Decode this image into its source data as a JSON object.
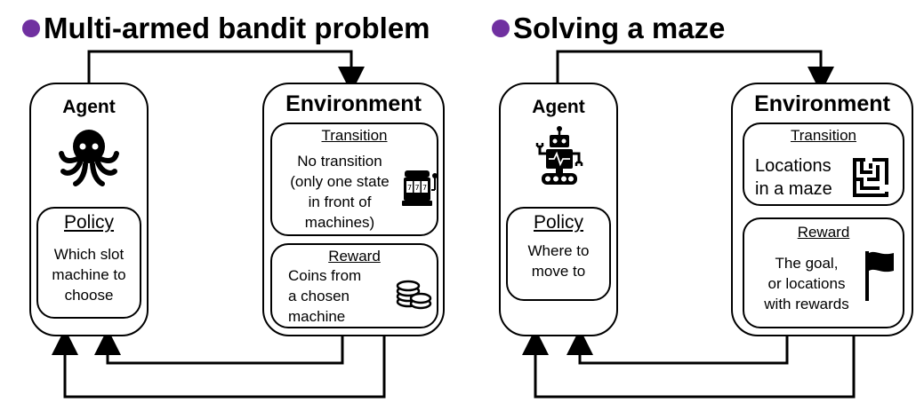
{
  "colors": {
    "bullet": "#7030a0",
    "line": "#000000"
  },
  "left": {
    "heading": "Multi-armed bandit problem",
    "agent": {
      "title": "Agent",
      "icon": "octopus-icon",
      "policy_title": "Policy",
      "policy_lines": [
        "Which slot",
        "machine to",
        "choose"
      ]
    },
    "environment": {
      "title": "Environment",
      "transition_title": "Transition",
      "transition_lines": [
        "No transition",
        "(only one state",
        "in front of",
        "machines)"
      ],
      "transition_icon": "slot-machine-icon",
      "reward_title": "Reward",
      "reward_lines": [
        "Coins from",
        "a chosen",
        "machine"
      ],
      "reward_icon": "coins-icon"
    }
  },
  "right": {
    "heading": "Solving a maze",
    "agent": {
      "title": "Agent",
      "icon": "robot-icon",
      "policy_title": "Policy",
      "policy_lines": [
        "Where to",
        "move to"
      ]
    },
    "environment": {
      "title": "Environment",
      "transition_title": "Transition",
      "transition_lines": [
        "Locations",
        "in a maze"
      ],
      "transition_icon": "maze-icon",
      "reward_title": "Reward",
      "reward_lines": [
        "The goal,",
        "or locations",
        "with rewards"
      ],
      "reward_icon": "flag-icon"
    }
  }
}
